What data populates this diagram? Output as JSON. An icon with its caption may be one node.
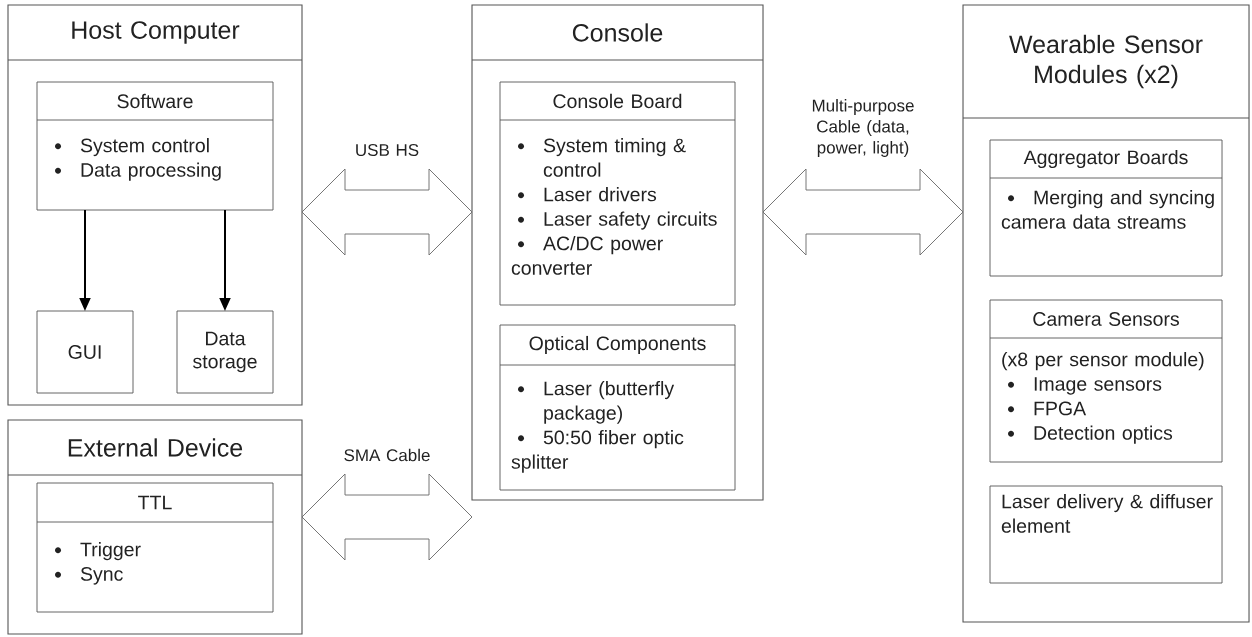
{
  "diagram": {
    "nodes": [
      {
        "text": [
          "Host Computer"
        ]
      },
      {
        "text": [
          "Software",
          "System control",
          "Data processing"
        ],
        "in": 0
      },
      {
        "text": [
          "GUI"
        ],
        "in": 0
      },
      {
        "text": [
          "Data storage"
        ],
        "in": 0
      },
      {
        "text": [
          "External Device"
        ]
      },
      {
        "text": [
          "TTL",
          "Trigger",
          "Sync"
        ],
        "in": 4
      },
      {
        "text": [
          "Console"
        ]
      },
      {
        "text": [
          "Console Board",
          "System timing & control",
          "Laser drivers",
          "Laser safety circuits",
          "AC/DC power converter"
        ],
        "in": 6
      },
      {
        "text": [
          "Optical Components",
          "Laser (butterfly package)",
          "50:50 fiber optic splitter"
        ],
        "in": 6
      },
      {
        "text": [
          "Wearable Sensor Modules (x2)"
        ]
      },
      {
        "text": [
          "Aggregator Boards",
          "Merging and syncing camera data streams"
        ],
        "in": 9
      },
      {
        "text": [
          "Camera Sensors",
          "(x8 per sensor module)",
          "Image sensors",
          "FPGA",
          "Detection optics"
        ],
        "in": 9
      },
      {
        "text": [
          "Laser delivery & diffuser element"
        ],
        "in": 9
      }
    ],
    "edges": [
      {
        "from": 1,
        "to": 2,
        "arrow": "to"
      },
      {
        "from": 1,
        "to": 3,
        "arrow": "to"
      },
      {
        "from": 0,
        "to": 6,
        "arrow": "both",
        "label": "USB HS"
      },
      {
        "from": 4,
        "to": 6,
        "arrow": "both",
        "label": "SMA Cable"
      },
      {
        "from": 6,
        "to": 9,
        "arrow": "both",
        "label": "Multi-purpose Cable (data, power, light)"
      }
    ]
  }
}
